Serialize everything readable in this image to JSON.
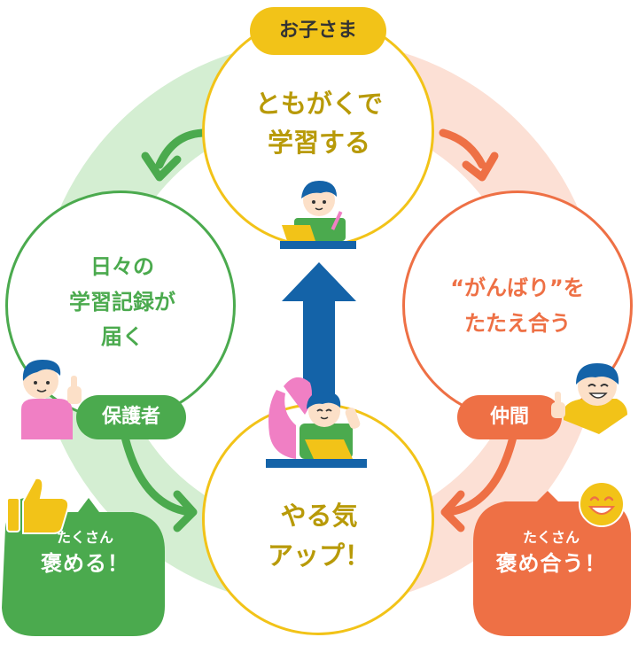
{
  "top": {
    "label": "お子さま",
    "line1": "ともがくで",
    "line2": "学習する"
  },
  "left": {
    "line1": "日々の",
    "line2": "学習記録が",
    "line3": "届く",
    "role": "保護者",
    "bubble_small": "たくさん",
    "bubble_big": "褒める！"
  },
  "right": {
    "line1": "“がんばり”を",
    "line2": "たたえ合う",
    "role": "仲間",
    "bubble_small": "たくさん",
    "bubble_big": "褒め合う！"
  },
  "bottom": {
    "line1": "やる気",
    "line2": "アップ！"
  },
  "icons": [
    "child-studying-icon",
    "parent-thumbs-up-icon",
    "friend-thumbs-up-icon",
    "thumbs-up-icon",
    "smiley-icon",
    "child-cheering-icon",
    "up-arrow-icon"
  ],
  "colors": {
    "yellow": "#F2C318",
    "gold_text": "#B89A08",
    "green": "#4BAA4E",
    "green_light": "#D4EED2",
    "orange": "#EE7045",
    "orange_light": "#FCE0D5",
    "blue": "#1463A8",
    "teal": "#177A8C",
    "pink": "#F07FC4"
  }
}
